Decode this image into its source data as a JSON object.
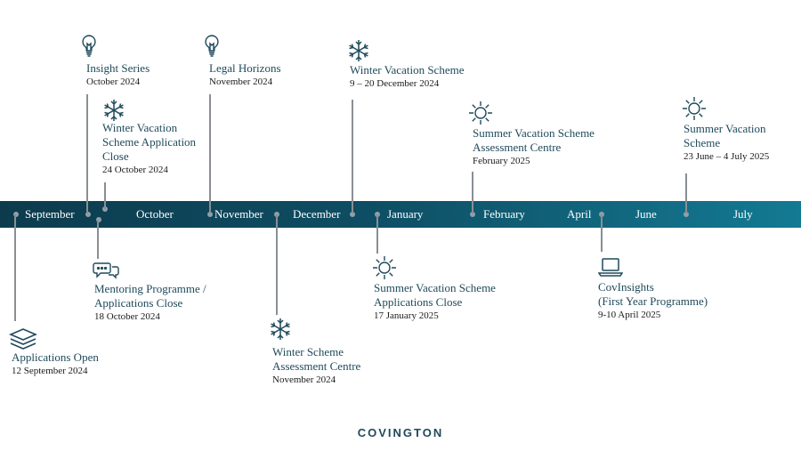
{
  "months": [
    "September",
    "October",
    "November",
    "December",
    "January",
    "February",
    "April",
    "June",
    "July"
  ],
  "events": {
    "insight": {
      "title": "Insight Series",
      "date": "October 2024"
    },
    "legal": {
      "title": "Legal Horizons",
      "date": "November 2024"
    },
    "winter_vac": {
      "title": "Winter Vacation Scheme",
      "date": "9 – 20 December 2024"
    },
    "winter_close": {
      "line1": "Winter Vacation",
      "line2": "Scheme Application",
      "line3": "Close",
      "date": "24 October 2024"
    },
    "summer_assess": {
      "line1": "Summer Vacation Scheme",
      "line2": "Assessment Centre",
      "date": "February 2025"
    },
    "summer_vac": {
      "line1": "Summer Vacation",
      "line2": "Scheme",
      "date": "23 June – 4 July 2025"
    },
    "apps_open": {
      "title": "Applications Open",
      "date": "12 September 2024"
    },
    "mentoring": {
      "line1": "Mentoring Programme /",
      "line2": "Applications Close",
      "date": "18 October 2024"
    },
    "winter_assess": {
      "line1": "Winter Scheme",
      "line2": "Assessment Centre",
      "date": "November 2024"
    },
    "summer_close": {
      "line1": "Summer Vacation Scheme",
      "line2": "Applications Close",
      "date": "17 January 2025"
    },
    "covinsights": {
      "line1": "CovInsights",
      "line2": "(First Year Programme)",
      "date": "9-10 April 2025"
    }
  },
  "brand": "COVINGTON",
  "icons": [
    "lightbulb-icon",
    "snowflake-icon",
    "sun-icon",
    "speech-bubbles-icon",
    "stack-icon",
    "laptop-icon"
  ]
}
